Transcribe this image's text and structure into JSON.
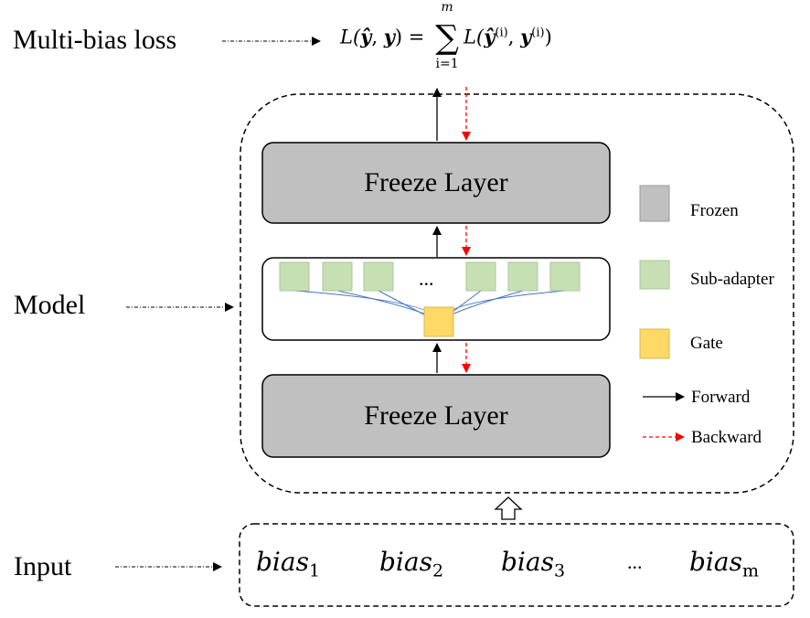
{
  "labels": {
    "loss": "Multi-bias loss",
    "model": "Model",
    "input": "Input"
  },
  "formula": {
    "lhs": "L(",
    "yhat": "ŷ",
    "comma": ", ",
    "y": "y",
    "rhs_open": ") = ",
    "sum_upper": "m",
    "sum_symbol": "∑",
    "sum_lower": "i=1",
    "term_open": "L(",
    "sup_i": "(i)",
    "term_comma": ", ",
    "term_close": ")"
  },
  "layers": {
    "top": "Freeze Layer",
    "bottom": "Freeze Layer"
  },
  "adapter_ellipsis": "...",
  "legend": {
    "frozen": "Frozen",
    "sub_adapter": "Sub-adapter",
    "gate": "Gate",
    "forward": "Forward",
    "backward": "Backward"
  },
  "inputs": {
    "items": [
      {
        "base": "bias",
        "sub": "1"
      },
      {
        "base": "bias",
        "sub": "2"
      },
      {
        "base": "bias",
        "sub": "3"
      },
      {
        "base": "bias",
        "sub": "m"
      }
    ],
    "ellipsis": "..."
  },
  "colors": {
    "frozen": "#c0c0c0",
    "sub_adapter": "#c6e0b4",
    "gate": "#ffd966",
    "connector": "#4472c4",
    "backward": "#ff0000",
    "forward": "#000000"
  }
}
